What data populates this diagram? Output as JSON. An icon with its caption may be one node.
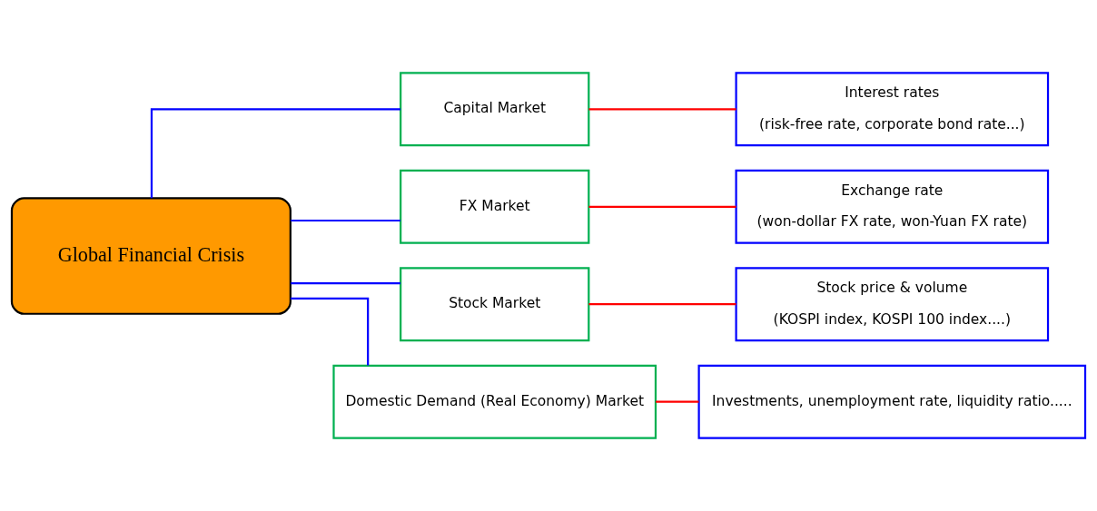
{
  "diagram": {
    "nodes": [
      {
        "text": [
          "Global Financial Crisis"
        ]
      },
      {
        "text": [
          "Capital Market"
        ]
      },
      {
        "text": [
          "Interest rates",
          "(risk-free rate, corporate bond rate...)"
        ]
      },
      {
        "text": [
          "FX Market"
        ]
      },
      {
        "text": [
          "Exchange rate",
          "(won-dollar FX rate, won-Yuan FX rate)"
        ]
      },
      {
        "text": [
          "Stock Market"
        ]
      },
      {
        "text": [
          "Stock price & volume",
          "(KOSPI index, KOSPI 100 index....)"
        ]
      },
      {
        "text": [
          "Domestic Demand (Real Economy) Market"
        ]
      },
      {
        "text": [
          "Investments, unemployment rate, liquidity ratio....."
        ]
      }
    ],
    "edges": [
      {
        "from": 0,
        "to": 1,
        "arrow": "none",
        "color": "#0000ff"
      },
      {
        "from": 0,
        "to": 3,
        "arrow": "none",
        "color": "#0000ff"
      },
      {
        "from": 0,
        "to": 5,
        "arrow": "none",
        "color": "#0000ff"
      },
      {
        "from": 0,
        "to": 7,
        "arrow": "none",
        "color": "#0000ff"
      },
      {
        "from": 1,
        "to": 2,
        "arrow": "none",
        "color": "#ff0000"
      },
      {
        "from": 3,
        "to": 4,
        "arrow": "none",
        "color": "#ff0000"
      },
      {
        "from": 5,
        "to": 6,
        "arrow": "none",
        "color": "#ff0000"
      },
      {
        "from": 7,
        "to": 8,
        "arrow": "none",
        "color": "#ff0000"
      }
    ]
  }
}
